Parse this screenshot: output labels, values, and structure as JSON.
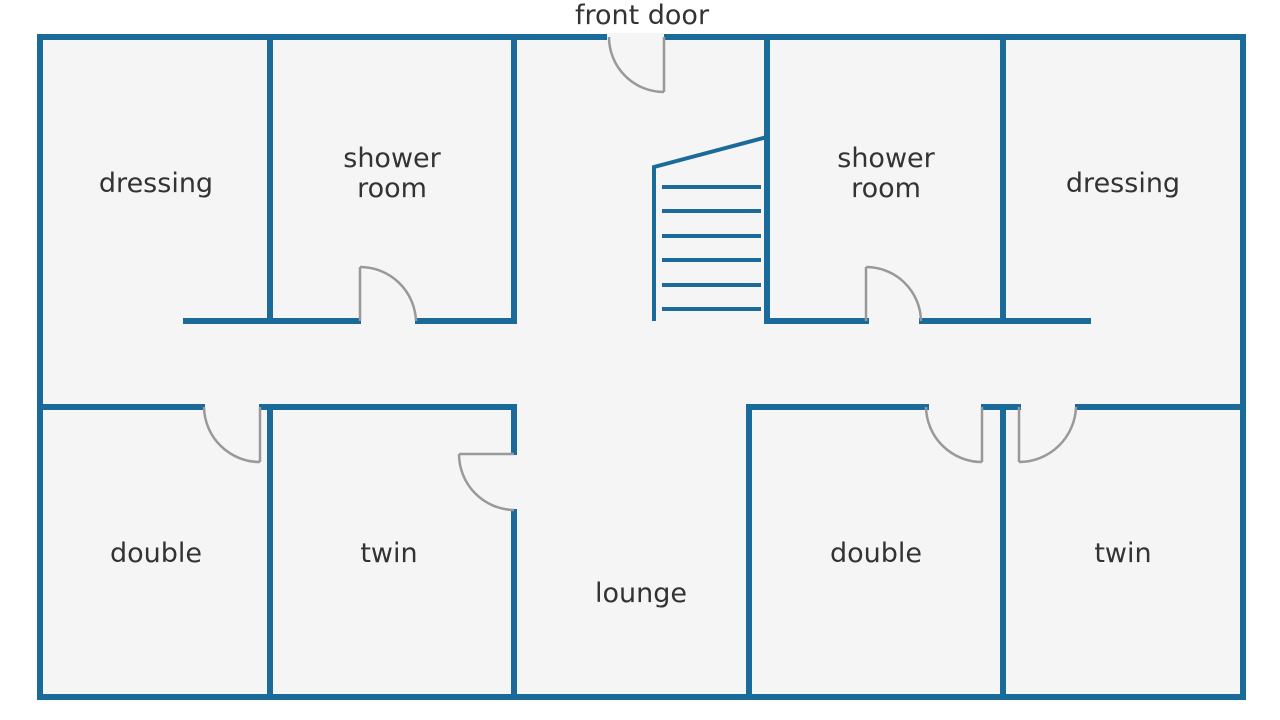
{
  "floor_plan": {
    "entrance_label": "front door",
    "rooms": {
      "dressing_left": "dressing",
      "shower_left_line1": "shower",
      "shower_left_line2": "room",
      "shower_right_line1": "shower",
      "shower_right_line2": "room",
      "dressing_right": "dressing",
      "double_left": "double",
      "twin_left": "twin",
      "lounge": "lounge",
      "double_right": "double",
      "twin_right": "twin"
    },
    "colors": {
      "wall": "#1a6a9a",
      "floor": "#f5f5f5",
      "door": "#999999",
      "text": "#333333",
      "background": "#ffffff"
    },
    "icons": {
      "door": "door-swing-icon",
      "stairs": "staircase-icon"
    }
  }
}
